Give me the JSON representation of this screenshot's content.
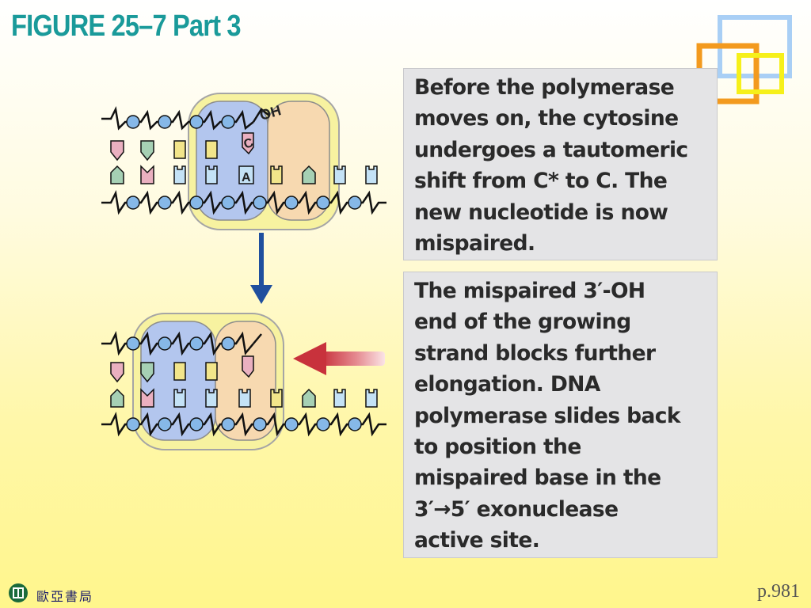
{
  "title": "FIGURE 25–7 Part 3",
  "panels": [
    {
      "lines": [
        "Before the polymerase",
        "moves on, the cytosine",
        "undergoes a tautomeric",
        "shift from C* to C. The",
        "new nucleotide is now",
        "mispaired."
      ]
    },
    {
      "lines": [
        "The mispaired 3′-OH",
        "end of the growing",
        "strand blocks further",
        "elongation. DNA",
        "polymerase slides back",
        "to position the",
        "mispaired base in the",
        "3′→5′ exonuclease",
        "active site."
      ]
    }
  ],
  "diagram": {
    "oh_label": "OH",
    "c_label": "C",
    "a_label": "A"
  },
  "footer": {
    "publisher": "歐亞書局",
    "page": "p.981"
  },
  "colors": {
    "title": "#1a9a9a",
    "arrow_down": "#1f4f9e",
    "arrow_left": "#c8323c",
    "polymerase_blue": "#b3c6ee",
    "polymerase_peach": "#f7d9b0",
    "polymerase_outline": "#f7f2a0",
    "phosphate": "#86b8e8",
    "base_pink": "#eab0c0",
    "base_green": "#a6d0b4",
    "base_yellow": "#f2e58a",
    "base_blue": "#c4e2f6"
  }
}
